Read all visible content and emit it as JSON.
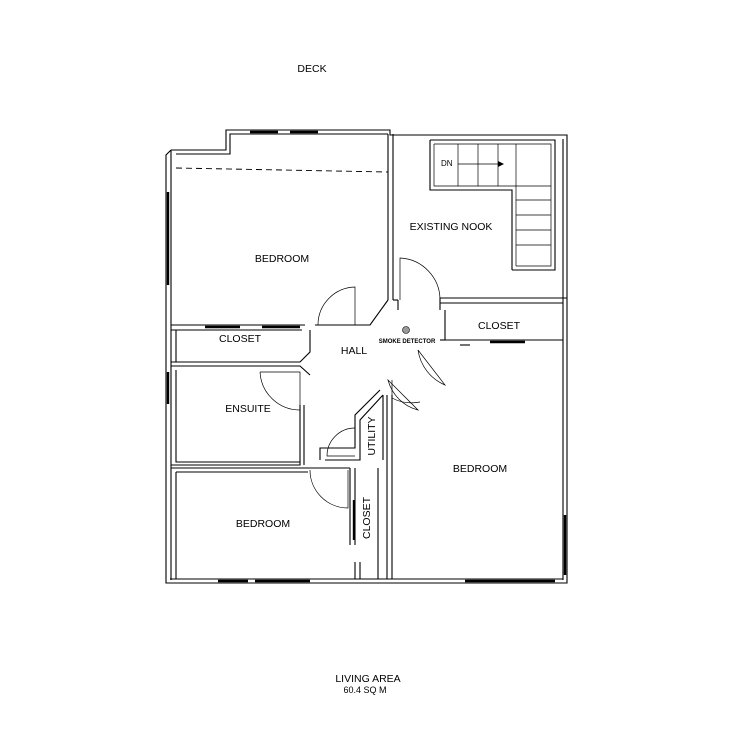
{
  "labels": {
    "deck": "DECK",
    "bedroom_main": "BEDROOM",
    "existing_nook": "EXISTING NOOK",
    "dn": "DN",
    "closet_main": "CLOSET",
    "hall": "HALL",
    "smoke_detector": "SMOKE DETECTOR",
    "closet_right": "CLOSET",
    "ensuite": "ENSUITE",
    "utility": "UTILITY",
    "bedroom_right": "BEDROOM",
    "bedroom_lower": "BEDROOM",
    "closet_lower": "CLOSET",
    "living_area": "LIVING AREA",
    "area_value": "60.4 SQ M"
  }
}
